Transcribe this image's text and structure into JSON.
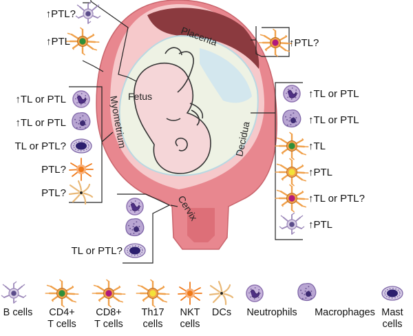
{
  "anatomy": {
    "placenta": "Placenta",
    "fetus": "Fetus",
    "myometrium": "Myometrium",
    "decidua": "Decidua",
    "cervix": "Cervix"
  },
  "top_left": [
    {
      "label": "↑PTL?",
      "cell": "b-cell"
    },
    {
      "label": "↑PTL",
      "cell": "cd4-t-cell"
    }
  ],
  "placenta_side": [
    {
      "label": "↑PTL?",
      "cell": "cd8-t-cell"
    }
  ],
  "myometrium_list": [
    {
      "label": "↑TL or PTL",
      "cell": "neutrophil"
    },
    {
      "label": "↑TL or PTL",
      "cell": "macrophage"
    },
    {
      "label": "TL or PTL?",
      "cell": "mast-cell"
    },
    {
      "label": "PTL?",
      "cell": "nkt-cell"
    },
    {
      "label": "PTL?",
      "cell": "dc"
    }
  ],
  "decidua_list": [
    {
      "label": "↑TL or PTL",
      "cell": "neutrophil"
    },
    {
      "label": "↑TL or PTL",
      "cell": "macrophage"
    },
    {
      "label": "↑TL",
      "cell": "cd4-t-cell"
    },
    {
      "label": "↑PTL",
      "cell": "th17-cell"
    },
    {
      "label": "↑TL or PTL?",
      "cell": "cd8-t-cell"
    },
    {
      "label": "↑PTL",
      "cell": "b-cell"
    }
  ],
  "cervix_list": [
    {
      "label": "",
      "cell": "neutrophil"
    },
    {
      "label": "",
      "cell": "macrophage"
    },
    {
      "label": "TL or PTL?",
      "cell": "mast-cell"
    }
  ],
  "legend": [
    {
      "lines": [
        "B cells"
      ],
      "cell": "b-cell"
    },
    {
      "lines": [
        "CD4+",
        "T cells"
      ],
      "cell": "cd4-t-cell"
    },
    {
      "lines": [
        "CD8+",
        "T cells"
      ],
      "cell": "cd8-t-cell"
    },
    {
      "lines": [
        "Th17",
        "cells"
      ],
      "cell": "th17-cell"
    },
    {
      "lines": [
        "NKT",
        "cells"
      ],
      "cell": "nkt-cell"
    },
    {
      "lines": [
        "DCs"
      ],
      "cell": "dc"
    },
    {
      "lines": [
        "Neutrophils"
      ],
      "cell": "neutrophil"
    },
    {
      "lines": [
        "Macrophages"
      ],
      "cell": "macrophage"
    },
    {
      "lines": [
        "Mast",
        "cells"
      ],
      "cell": "mast-cell"
    }
  ],
  "colors": {
    "uterus_wall": "#e8878f",
    "uterus_inner": "#f6c9cb",
    "placenta": "#8b3a3f",
    "amniotic": "#eef2e4",
    "fluid": "#cfe6ee",
    "fetus": "#f5d6d8",
    "cd4_nucleus": "#2f8f3a",
    "cd8_nucleus": "#b0197e",
    "th17_nucleus": "#f3e23a",
    "nkt_nucleus": "#f07a1a",
    "cell_arms": "#f0a04a",
    "b_cell": "#9a86b8",
    "granulocyte": "#8d72b0",
    "mast": "#2c1f6e"
  }
}
